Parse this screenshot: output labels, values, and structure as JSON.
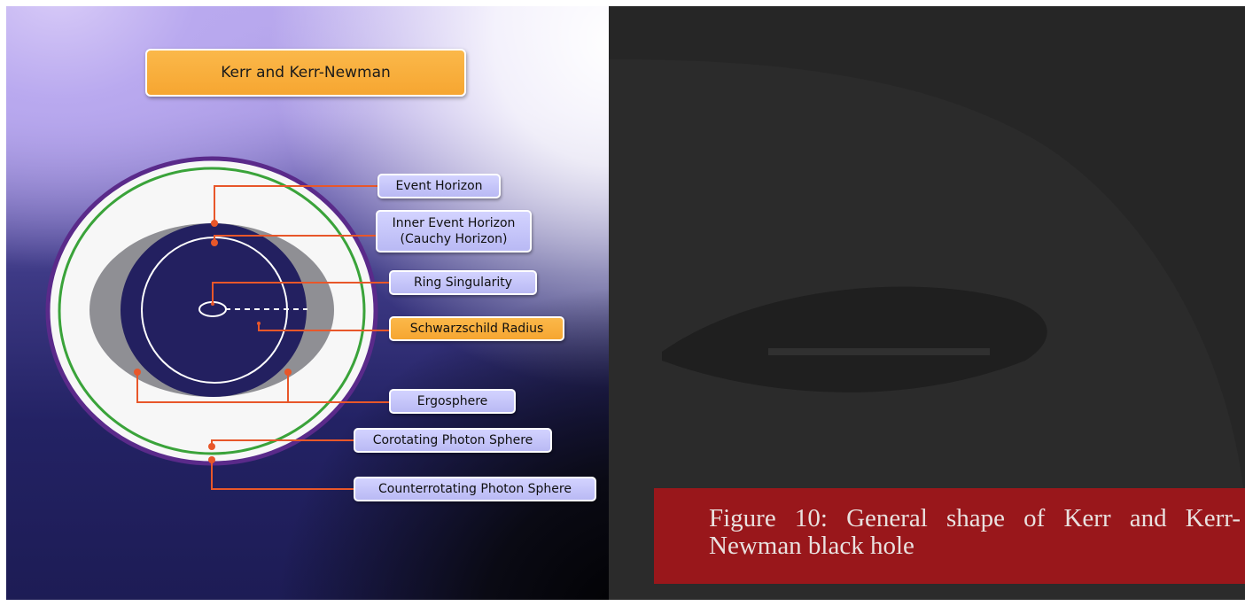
{
  "diagram": {
    "title": "Kerr and Kerr-Newman",
    "labels": {
      "event_horizon": "Event Horizon",
      "inner_event_horizon_line1": "Inner Event Horizon",
      "inner_event_horizon_line2": "(Cauchy Horizon)",
      "ring_singularity": "Ring Singularity",
      "schwarzschild_radius": "Schwarzschild Radius",
      "ergosphere": "Ergosphere",
      "corotating_photon_sphere": "Corotating Photon Sphere",
      "counterrotating_photon_sphere": "Counterrotating Photon Sphere"
    },
    "colors": {
      "title_fill": "#f6a631",
      "label_fill": "#c4c4fa",
      "highlight_label_fill": "#f6a631",
      "leader_line": "#e8572a",
      "outer_ring": "#5a2a8a",
      "photon_sphere_ring": "#3aa33a",
      "ergosphere": "#8f8f94",
      "event_horizon": "#232060"
    }
  },
  "caption": {
    "text": "Figure 10: General shape of Kerr and Kerr-Newman black hole",
    "background": "#99171b"
  }
}
